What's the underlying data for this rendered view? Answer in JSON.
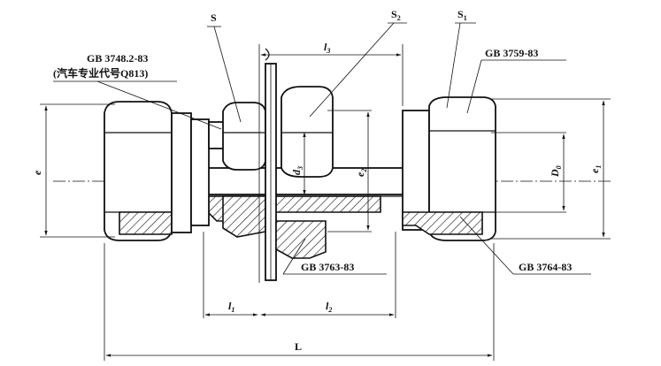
{
  "labels": {
    "s": "S",
    "s1": "S",
    "s1_sub": "1",
    "s2": "S",
    "s2_sub": "2",
    "gb_3748": "GB 3748.2-83",
    "gb_3748_note": "(汽车专业代号Q813)",
    "gb_3759": "GB 3759-83",
    "gb_3763": "GB 3763-83",
    "gb_3764": "GB 3764-83"
  },
  "dimensions": {
    "e": "e",
    "e1": "e",
    "e1_sub": "1",
    "e2": "e",
    "e2_sub": "2",
    "d0": "D",
    "d0_sub": "0",
    "d3": "d",
    "d3_sub": "3",
    "l1": "l",
    "l1_sub": "1",
    "l2": "l",
    "l2_sub": "2",
    "l3": "l",
    "l3_sub": "3",
    "L": "L"
  }
}
